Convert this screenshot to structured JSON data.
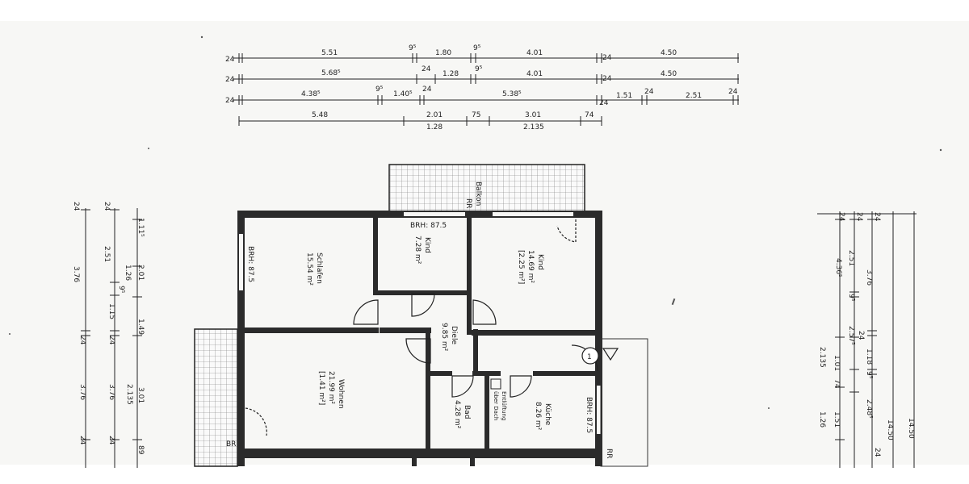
{
  "top_dimensions": {
    "row1": [
      "24",
      "5.51",
      "9⁵",
      "1.80",
      "9⁵",
      "4.01",
      "24",
      "4.50"
    ],
    "row2": [
      "24",
      "5.68⁵",
      "24",
      "1.28",
      "9⁵",
      "4.01",
      "24",
      "4.50"
    ],
    "row3": [
      "24",
      "4.38⁵",
      "9⁵",
      "1.40⁵",
      "24",
      "5.38⁵",
      "24",
      "1.51",
      "24",
      "2.51",
      "24"
    ],
    "row4": [
      "5.48",
      "2.01",
      "75",
      "3.01",
      "74"
    ],
    "row4_sub": [
      "1.28",
      "2.135"
    ]
  },
  "left_dimensions": {
    "col1": [
      "24",
      "3.76",
      "24",
      "3.76",
      "24"
    ],
    "col2": [
      "24",
      "2.51",
      "9⁵",
      "1.15",
      "24",
      "3.76",
      "24"
    ],
    "col3": [
      "1.11⁵",
      "2.01",
      "1.26",
      "1.49",
      "3.01",
      "2.135",
      "89"
    ]
  },
  "right_dimensions": {
    "col1": [
      "24",
      "4.36⁵",
      "2.135",
      "1.26"
    ],
    "col2": [
      "24",
      "2.51",
      "9⁵",
      "2.57⁵",
      "1.01",
      "74",
      "1.51"
    ],
    "col3": [
      "24",
      "3.76",
      "24",
      "1.18",
      "9⁵",
      "2.48⁵",
      "24"
    ],
    "col4": [
      "14.50"
    ],
    "col5": [
      "14.50"
    ]
  },
  "rooms": {
    "balkon": {
      "name": "Balkon",
      "code": "RR"
    },
    "kind_small": {
      "name": "Kind",
      "area": "7.28 m²"
    },
    "kind_large": {
      "name": "Kind",
      "area": "14.69 m²",
      "area_extra": "[2.25 m²]"
    },
    "schlafen": {
      "name": "Schlafen",
      "area": "15.54 m²"
    },
    "diele": {
      "name": "Diele",
      "area": "9.85 m²"
    },
    "wohnen": {
      "name": "Wohnen",
      "area": "21.99 m²",
      "area_extra": "[1.41 m²]"
    },
    "bad": {
      "name": "Bad",
      "area": "4.28 m²"
    },
    "kueche": {
      "name": "Küche",
      "area": "8.26 m²"
    },
    "entlueftung": {
      "line1": "Entlüftung",
      "line2": "über Dach"
    }
  },
  "brh_labels": {
    "top": "BRH: 87.5",
    "left": "BRH: 87.5",
    "right": "BRH: 87.5",
    "rr_top": "RR",
    "rr_left": "BR",
    "rr_right": "RR"
  },
  "entrance_marker": "1"
}
